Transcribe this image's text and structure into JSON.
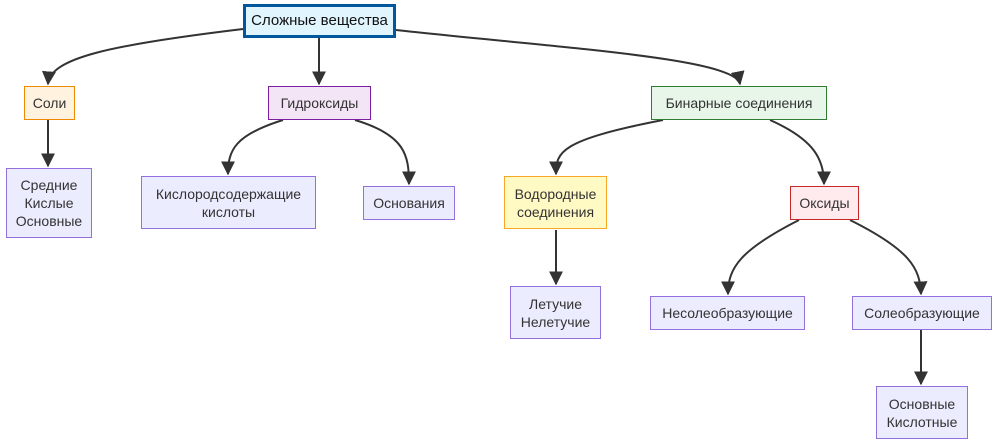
{
  "root": {
    "label": "Сложные вещества"
  },
  "salts": {
    "label": "Соли",
    "children": [
      "Средние",
      "Кислые",
      "Основные"
    ]
  },
  "hydroxides": {
    "label": "Гидроксиды"
  },
  "oxyacids": {
    "lines": [
      "Кислородсодержащие",
      "кислоты"
    ]
  },
  "bases": {
    "label": "Основания"
  },
  "binary": {
    "label": "Бинарные соединения"
  },
  "hydrogen_compounds": {
    "lines": [
      "Водородные",
      "соединения"
    ]
  },
  "volatility": {
    "lines": [
      "Летучие",
      "Нелетучие"
    ]
  },
  "oxides": {
    "label": "Оксиды"
  },
  "nonsalt": {
    "label": "Несолеобразующие"
  },
  "saltforming": {
    "label": "Солеобразующие"
  },
  "saltforming_types": {
    "lines": [
      "Основные",
      "Кислотные"
    ]
  },
  "colors": {
    "edge": "#333333",
    "root_border": "#01579b",
    "leaf_fill": "#ececff",
    "leaf_border": "#9370db"
  }
}
